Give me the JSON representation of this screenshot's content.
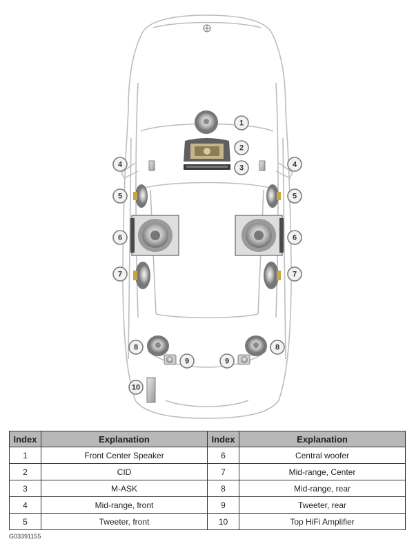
{
  "diagram": {
    "callouts": [
      "1",
      "2",
      "3",
      "4",
      "4",
      "5",
      "5",
      "6",
      "6",
      "7",
      "7",
      "8",
      "8",
      "9",
      "9",
      "10"
    ]
  },
  "legend": {
    "headers": [
      "Index",
      "Explanation",
      "Index",
      "Explanation"
    ],
    "rows": [
      [
        "1",
        "Front Center Speaker",
        "6",
        "Central woofer"
      ],
      [
        "2",
        "CID",
        "7",
        "Mid-range, Center"
      ],
      [
        "3",
        "M-ASK",
        "8",
        "Mid-range, rear"
      ],
      [
        "4",
        "Mid-range, front",
        "9",
        "Tweeter, rear"
      ],
      [
        "5",
        "Tweeter, front",
        "10",
        "Top HiFi Amplifier"
      ]
    ]
  },
  "figure_code": "G03391155"
}
